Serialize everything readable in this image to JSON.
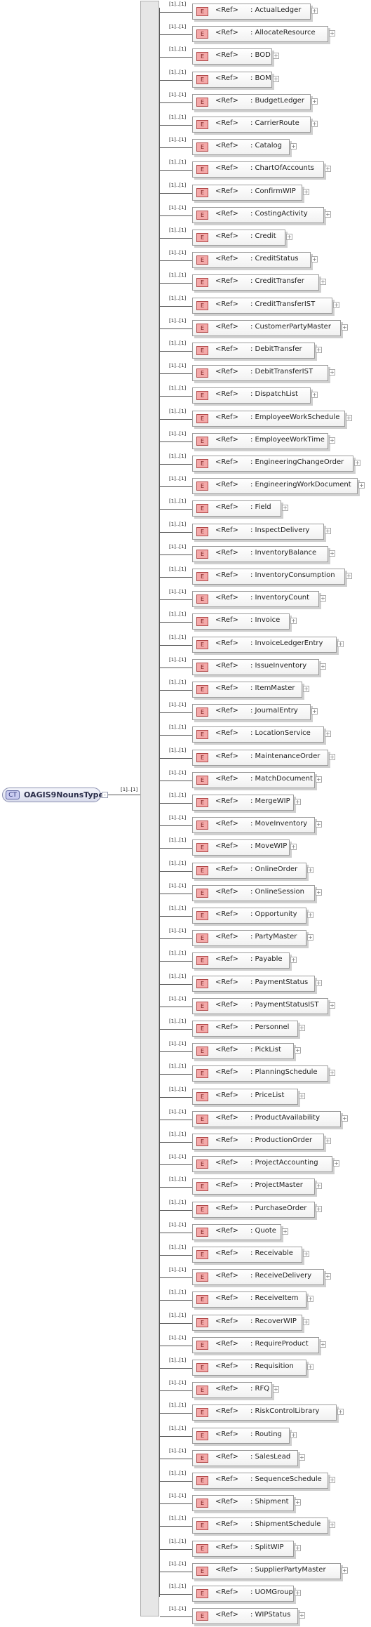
{
  "complex_type": {
    "badge": "CT",
    "name": "OAGIS9NounsType",
    "cardinality": "[1]..[1]",
    "expand_glyph": "-"
  },
  "element_badge": "E",
  "ref_label": "<Ref>",
  "name_prefix": ": ",
  "row_cardinality": "[1]..[1]",
  "expand_glyph": "+",
  "elements": [
    "ActualLedger",
    "AllocateResource",
    "BOD",
    "BOM",
    "BudgetLedger",
    "CarrierRoute",
    "Catalog",
    "ChartOfAccounts",
    "ConfirmWIP",
    "CostingActivity",
    "Credit",
    "CreditStatus",
    "CreditTransfer",
    "CreditTransferIST",
    "CustomerPartyMaster",
    "DebitTransfer",
    "DebitTransferIST",
    "DispatchList",
    "EmployeeWorkSchedule",
    "EmployeeWorkTime",
    "EngineeringChangeOrder",
    "EngineeringWorkDocument",
    "Field",
    "InspectDelivery",
    "InventoryBalance",
    "InventoryConsumption",
    "InventoryCount",
    "Invoice",
    "InvoiceLedgerEntry",
    "IssueInventory",
    "ItemMaster",
    "JournalEntry",
    "LocationService",
    "MaintenanceOrder",
    "MatchDocument",
    "MergeWIP",
    "MoveInventory",
    "MoveWIP",
    "OnlineOrder",
    "OnlineSession",
    "Opportunity",
    "PartyMaster",
    "Payable",
    "PaymentStatus",
    "PaymentStatusIST",
    "Personnel",
    "PickList",
    "PlanningSchedule",
    "PriceList",
    "ProductAvailability",
    "ProductionOrder",
    "ProjectAccounting",
    "ProjectMaster",
    "PurchaseOrder",
    "Quote",
    "Receivable",
    "ReceiveDelivery",
    "ReceiveItem",
    "RecoverWIP",
    "RequireProduct",
    "Requisition",
    "RFQ",
    "RiskControlLibrary",
    "Routing",
    "SalesLead",
    "SequenceSchedule",
    "Shipment",
    "ShipmentSchedule",
    "SplitWIP",
    "SupplierPartyMaster",
    "UOMGroup",
    "WIPStatus"
  ]
}
